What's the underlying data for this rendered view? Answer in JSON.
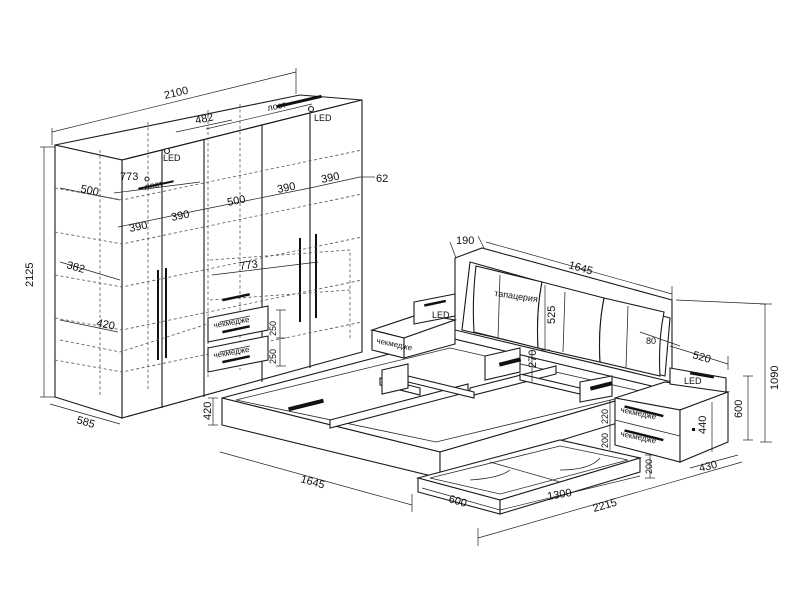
{
  "wardrobe": {
    "width": "2100",
    "height": "2125",
    "depth": "585",
    "top_shelf_depth": "482",
    "side_depth": "62",
    "led_top": "LED",
    "led_inner": "LED",
    "rod_top": "лост",
    "rod_inner": "лост",
    "shelf_500_a": "500",
    "shelf_773_a": "773",
    "shelf_390_a": "390",
    "shelf_390_b": "390",
    "shelf_500_b": "500",
    "shelf_390_c": "390",
    "shelf_390_d": "390",
    "shelf_382": "382",
    "shelf_420": "420",
    "shelf_773_b": "773",
    "drawer_label_1": "чекмедже",
    "drawer_label_2": "чекмедже",
    "drawer_h_1": "250",
    "drawer_h_2": "250"
  },
  "bed": {
    "headboard_depth": "190",
    "headboard_width": "1645",
    "upholstery_label": "тапацерия",
    "upholstery_h": "525",
    "gap_h": "270",
    "base_h": "420",
    "base_width": "1645",
    "length": "2215",
    "drawer_depth": "600",
    "drawer_length": "1300",
    "drawer_h": "200",
    "side_h_1": "220",
    "side_h_2": "200"
  },
  "nightstand_left": {
    "label": "чекмедже",
    "led": "LED"
  },
  "nightstand_right": {
    "width_top": "520",
    "offset": "80",
    "height_total": "1090",
    "height_body": "600",
    "height_drawer": "440",
    "depth": "430",
    "drawer_label_1": "чекмедже",
    "drawer_label_2": "чекмедже",
    "led": "LED"
  }
}
